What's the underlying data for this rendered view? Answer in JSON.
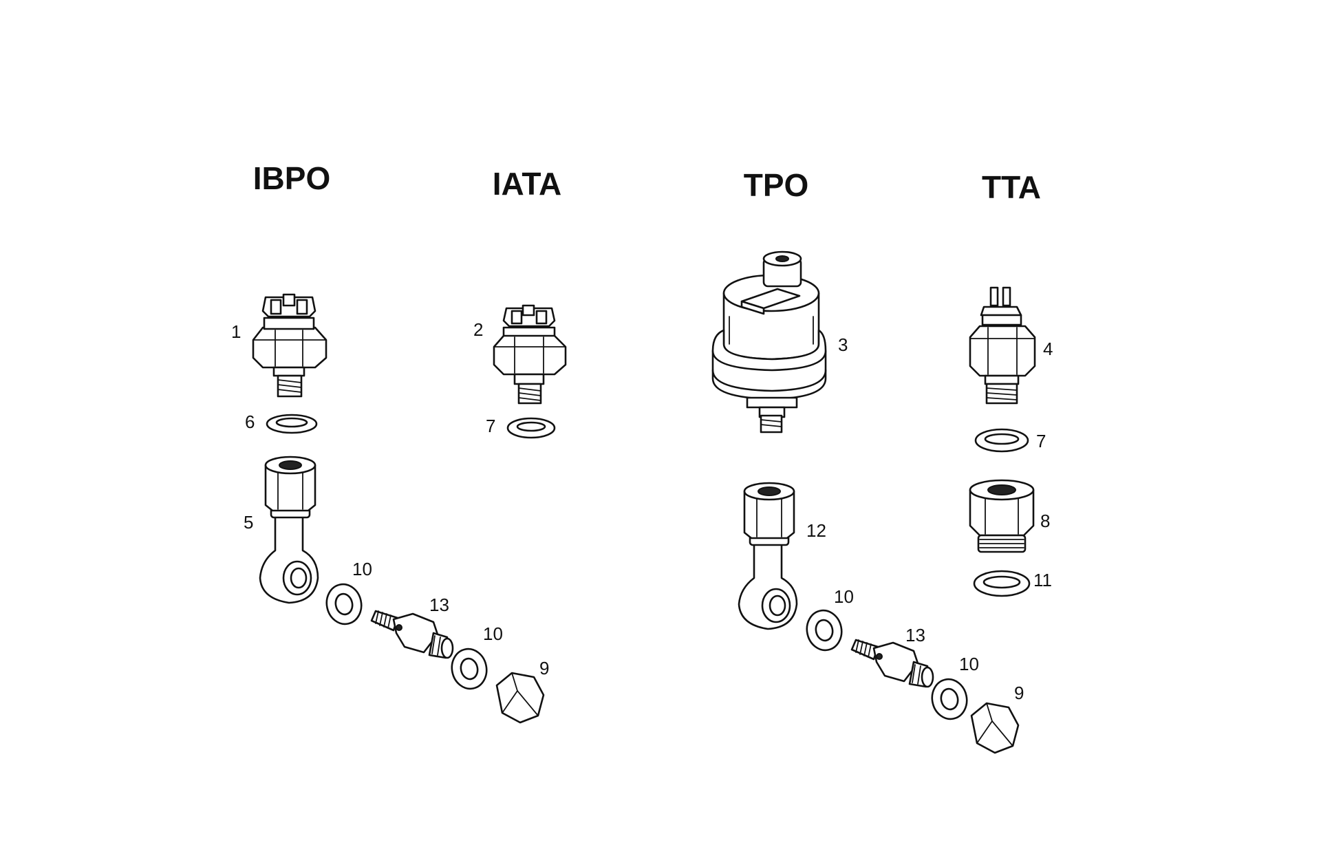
{
  "headings": {
    "ibpo": "IBPO",
    "iata": "IATA",
    "tpo": "TPO",
    "tta": "TTA"
  },
  "callouts": {
    "ibpo_sensor": "1",
    "ibpo_washer": "6",
    "ibpo_banjo": "5",
    "ibpo_washer_a": "10",
    "ibpo_bolt": "13",
    "ibpo_washer_b": "10",
    "ibpo_cap": "9",
    "iata_sensor": "2",
    "iata_washer": "7",
    "tpo_sensor": "3",
    "tpo_banjo": "12",
    "tpo_washer_a": "10",
    "tpo_bolt": "13",
    "tpo_washer_b": "10",
    "tpo_cap": "9",
    "tta_sensor": "4",
    "tta_washer": "7",
    "tta_adapter": "8",
    "tta_washer_b": "11"
  }
}
